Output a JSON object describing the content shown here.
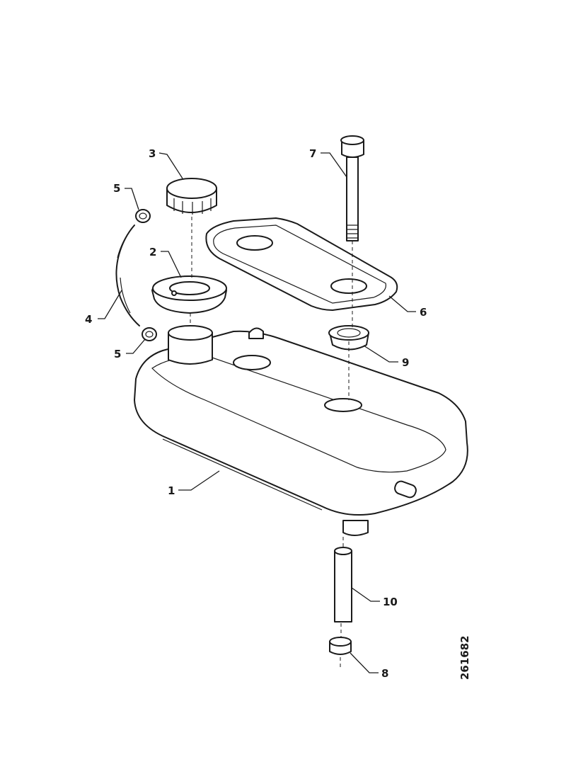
{
  "figure": {
    "reference_number": "261682",
    "parts": [
      {
        "id": "tank",
        "label": "1"
      },
      {
        "id": "filler-gasket",
        "label": "2"
      },
      {
        "id": "filler-cap",
        "label": "3"
      },
      {
        "id": "chain",
        "label": "4"
      },
      {
        "id": "ring-upper",
        "label": "5"
      },
      {
        "id": "ring-lower",
        "label": "5"
      },
      {
        "id": "clamp-strap",
        "label": "6"
      },
      {
        "id": "bolt",
        "label": "7"
      },
      {
        "id": "nut",
        "label": "8"
      },
      {
        "id": "grommet",
        "label": "9"
      },
      {
        "id": "spacer-tube",
        "label": "10"
      }
    ]
  }
}
